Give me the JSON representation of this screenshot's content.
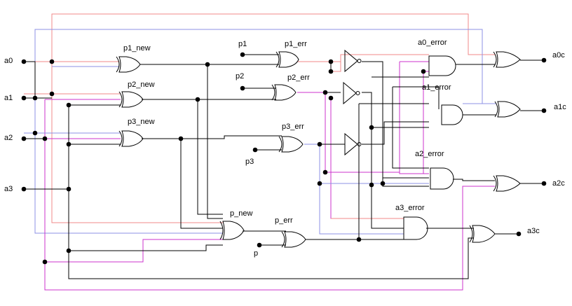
{
  "colors": {
    "wire": "#000000",
    "red": "#f08a8a",
    "blue": "#8c90e6",
    "magenta": "#cc33cc",
    "dot": "#000000"
  },
  "inputs": {
    "a0": "a0",
    "a1": "a1",
    "a2": "a2",
    "a3": "a3",
    "p1": "p1",
    "p2": "p2",
    "p3": "p3",
    "p": "p"
  },
  "outputs": {
    "a0c": "a0c",
    "a1c": "a1c",
    "a2c": "a2c",
    "a3c": "a3c"
  },
  "gates": {
    "p1_new": "p1_new",
    "p2_new": "p2_new",
    "p3_new": "p3_new",
    "p_new": "p_new",
    "p1_err": "p1_err",
    "p2_err": "p2_err",
    "p3_err": "p3_err",
    "p_err": "p_err",
    "a0_error": "a0_error",
    "a1_error": "a1_error",
    "a2_error": "a2_error",
    "a3_error": "a3_error"
  }
}
